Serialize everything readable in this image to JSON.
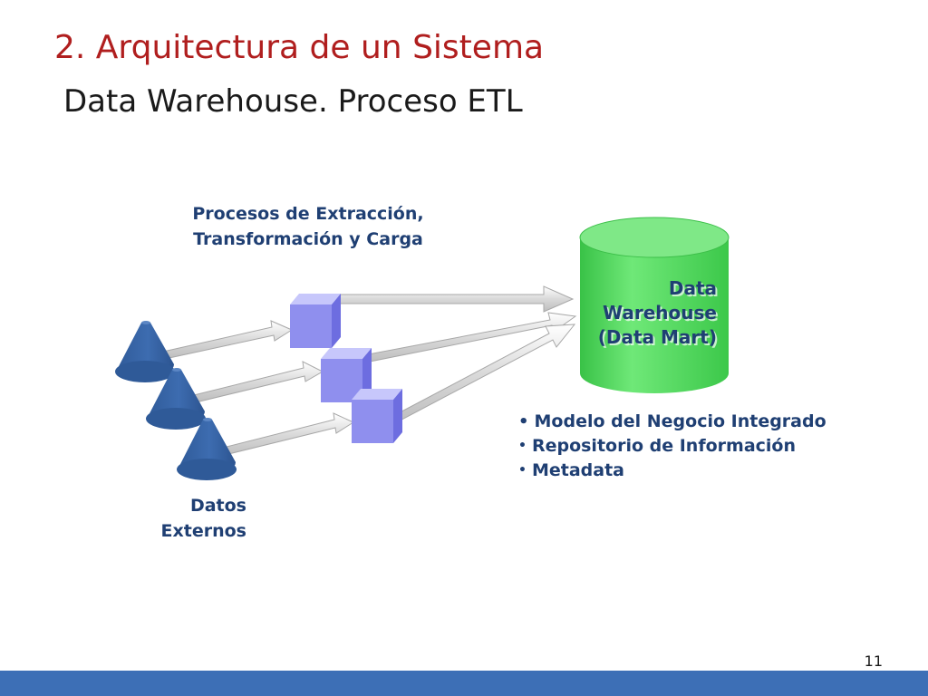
{
  "slide": {
    "title": "2. Arquitectura de un Sistema",
    "subtitle": "Data Warehouse. Proceso ETL",
    "page_number": "11"
  },
  "diagram": {
    "etl_label_line1": "Procesos de Extracción,",
    "etl_label_line2": "Transformación y Carga",
    "sources_label_line1": "Datos",
    "sources_label_line2": "Externos",
    "warehouse_label_line1": "Data",
    "warehouse_label_line2": "Warehouse",
    "warehouse_label_line3": "(Data Mart)",
    "features": [
      "Modelo del Negocio Integrado",
      "Repositorio de Información",
      "Metadata"
    ],
    "bullet": "•"
  },
  "colors": {
    "title": "#b01e1e",
    "label": "#1f3f73",
    "cone": "#3a67a8",
    "cube": "#8f8fee",
    "warehouse": "#4fd65a",
    "footer": "#3d6fb6"
  }
}
